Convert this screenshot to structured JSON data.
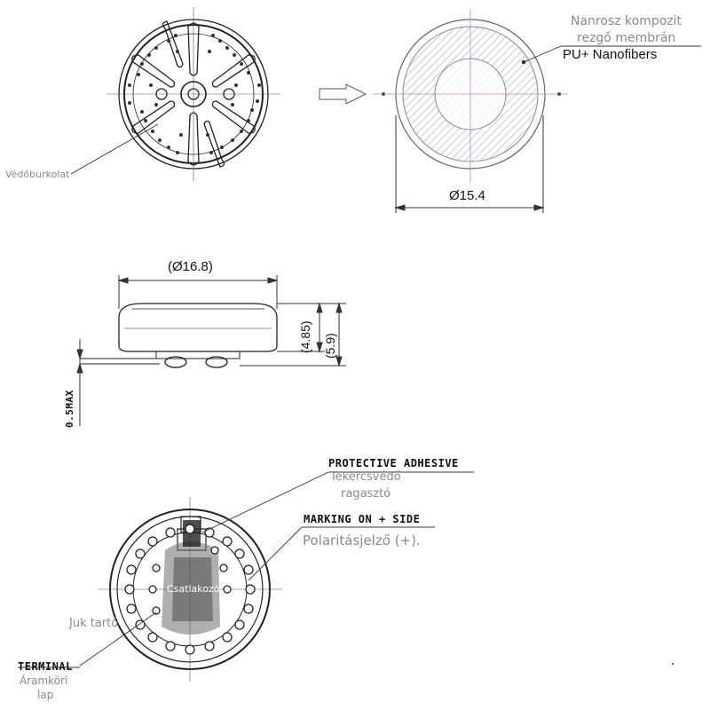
{
  "labels": {
    "membrane_hu_1": "Nanrosz kompozit",
    "membrane_hu_2": "rezgő membrán",
    "membrane_en": "PU+ Nanofibers",
    "cover_hu": "Védőburkolat",
    "diameter_inner": "Ø15.4",
    "diameter_outer": "(Ø16.8)",
    "height_body": "(4.85)",
    "height_total": "(5.9)",
    "max_thickness": "0.5MAX",
    "protective_adhesive_en": "PROTECTIVE ADHESIVE",
    "protective_adhesive_hu_1": "Tekercsvédő",
    "protective_adhesive_hu_2": "ragasztó",
    "marking_en": "MARKING ON + SIDE",
    "marking_hu": "Polaritásjelző (+).",
    "connector_hu": "Csatlakozó",
    "hole_hu": "Juk tartó",
    "terminal_en": "TERMINAL",
    "terminal_hu_1": "Áramköri",
    "terminal_hu_2": "lap"
  }
}
